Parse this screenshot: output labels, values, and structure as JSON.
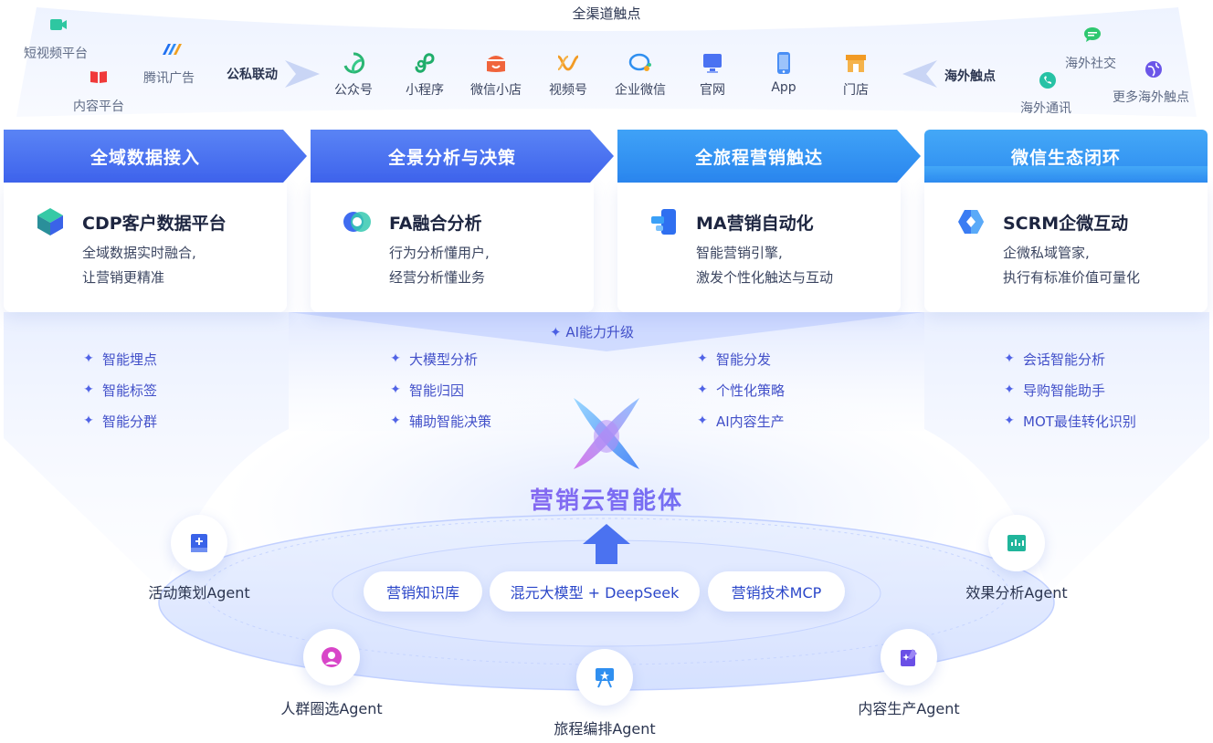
{
  "top": {
    "title": "全渠道触点",
    "left_sources": [
      "短视频平台",
      "腾讯广告",
      "内容平台"
    ],
    "left_link": "公私联动",
    "channels": [
      "公众号",
      "小程序",
      "微信小店",
      "视频号",
      "企业微信",
      "官网",
      "App",
      "门店"
    ],
    "right_link": "海外触点",
    "right_sources": [
      "海外社交",
      "海外通讯",
      "更多海外触点"
    ]
  },
  "pillars": [
    {
      "header": "全域数据接入",
      "title": "CDP客户数据平台",
      "desc": [
        "全域数据实时融合,",
        "让营销更精准"
      ],
      "ai": [
        "智能埋点",
        "智能标签",
        "智能分群"
      ]
    },
    {
      "header": "全景分析与决策",
      "title": "FA融合分析",
      "desc": [
        "行为分析懂用户,",
        "经营分析懂业务"
      ],
      "ai": [
        "大模型分析",
        "智能归因",
        "辅助智能决策"
      ]
    },
    {
      "header": "全旅程营销触达",
      "title": "MA营销自动化",
      "desc": [
        "智能营销引擎,",
        "激发个性化触达与互动"
      ],
      "ai": [
        "智能分发",
        "个性化策略",
        "AI内容生产"
      ]
    },
    {
      "header": "微信生态闭环",
      "title": "SCRM企微互动",
      "desc": [
        "企微私域管家,",
        "执行有标准价值可量化"
      ],
      "ai": [
        "会话智能分析",
        "导购智能助手",
        "MOT最佳转化识别"
      ]
    }
  ],
  "ai_upgrade": "AI能力升级",
  "center": {
    "title": "营销云智能体",
    "pills": [
      "营销知识库",
      "混元大模型 + DeepSeek",
      "营销技术MCP"
    ]
  },
  "agents": [
    "活动策划Agent",
    "效果分析Agent",
    "人群圈选Agent",
    "旅程编排Agent",
    "内容生产Agent"
  ],
  "colors": {
    "pillar_header_1": "#4a72f2",
    "pillar_header_2": "#4a72f2",
    "pillar_header_3": "#2f8ff0",
    "pillar_header_4": "#3596f2",
    "ai_text": "#4250c9",
    "brand_blue": "#3d6ff2"
  }
}
